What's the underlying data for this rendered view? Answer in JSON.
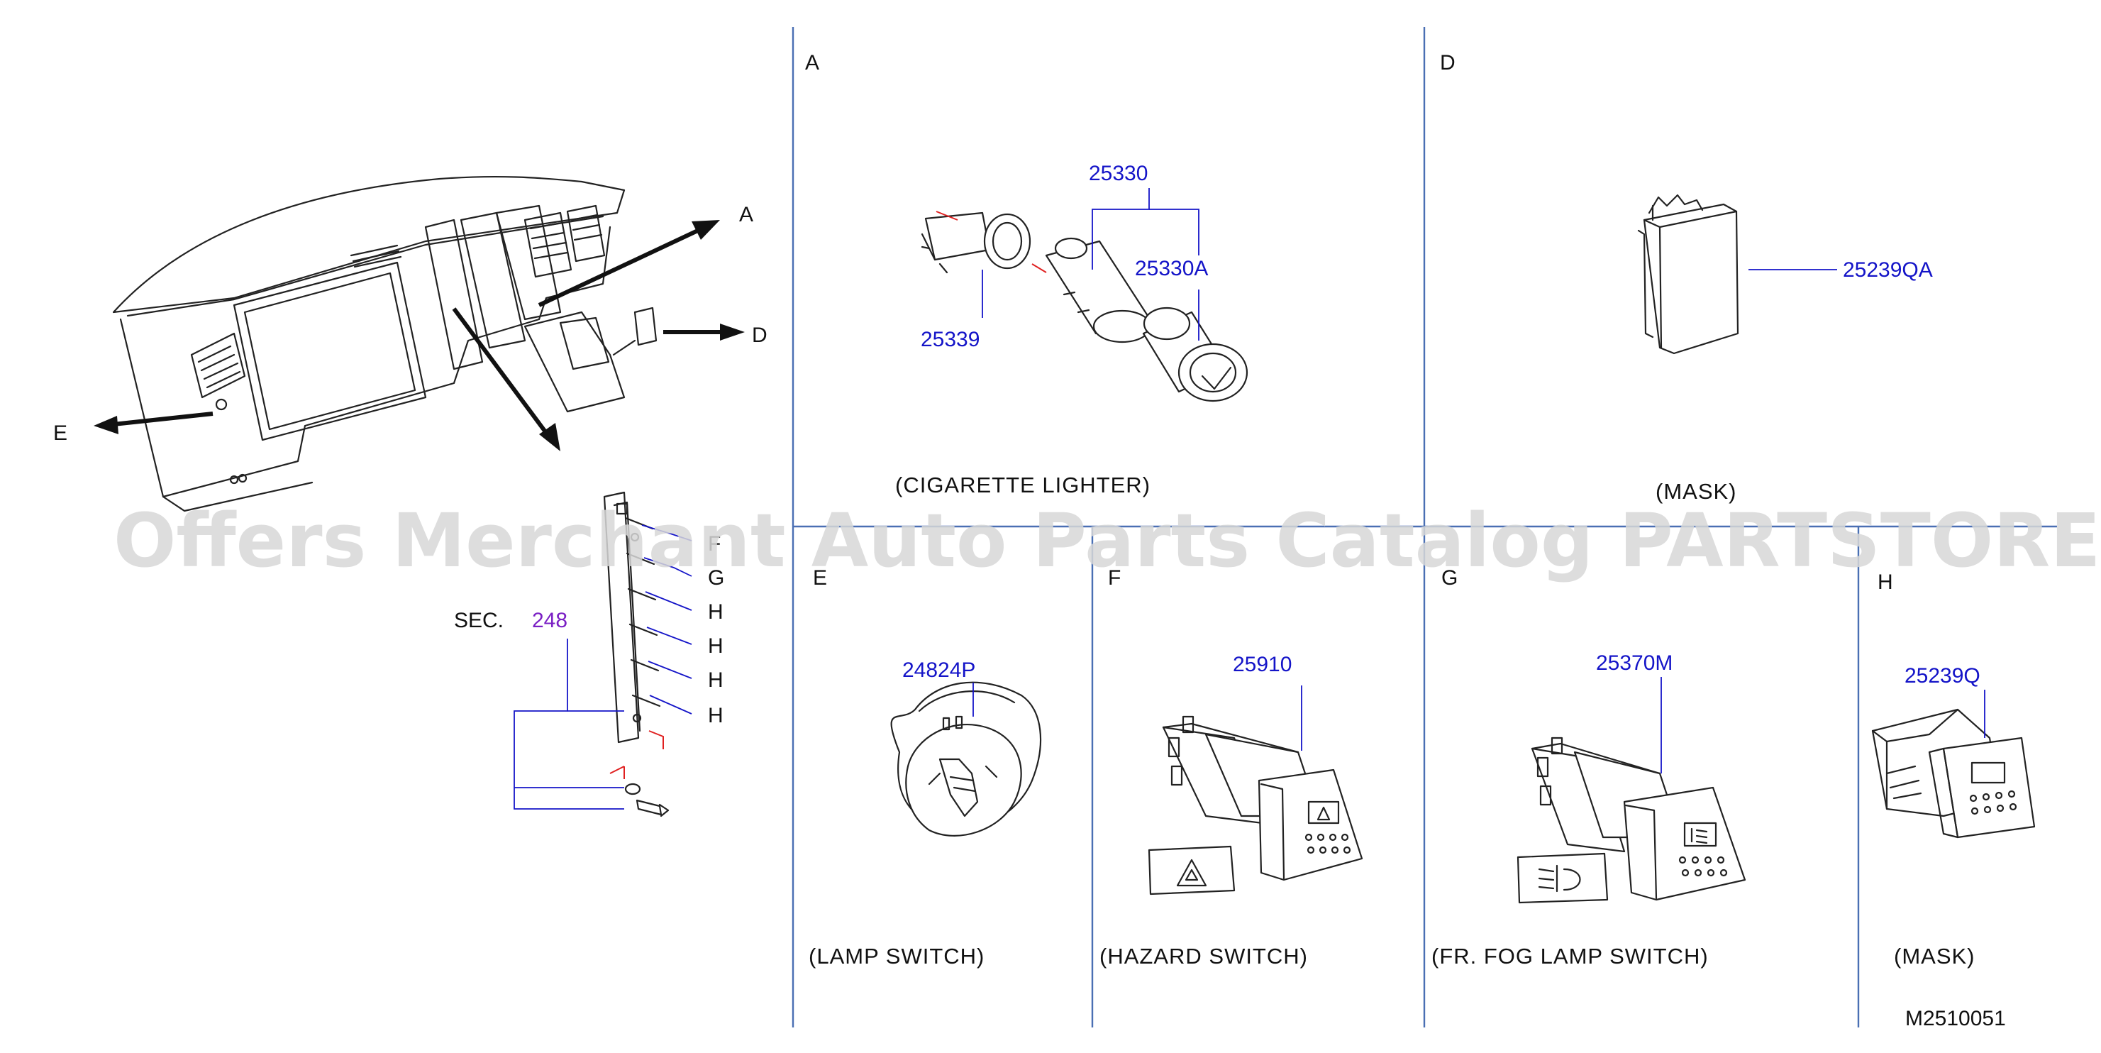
{
  "watermark": "Offers Merchant Auto Parts Catalog PARTSTORE.SA",
  "overview": {
    "callouts": [
      "A",
      "D",
      "E"
    ],
    "bracket_labels": [
      "F",
      "G",
      "H",
      "H",
      "H",
      "H"
    ],
    "sec_prefix": "SEC.",
    "sec_number": "248"
  },
  "panels": {
    "A": {
      "letter": "A",
      "caption": "(CIGARETTE   LIGHTER)",
      "parts": [
        "25330",
        "25330A",
        "25339"
      ]
    },
    "D": {
      "letter": "D",
      "caption": "(MASK)",
      "parts": [
        "25239QA"
      ]
    },
    "E": {
      "letter": "E",
      "caption": "(LAMP   SWITCH)",
      "parts": [
        "24824P"
      ]
    },
    "F": {
      "letter": "F",
      "caption": "(HAZARD   SWITCH)",
      "parts": [
        "25910"
      ]
    },
    "G": {
      "letter": "G",
      "caption": "(FR.   FOG   LAMP   SWITCH)",
      "parts": [
        "25370M"
      ]
    },
    "H": {
      "letter": "H",
      "caption": "(MASK)",
      "parts": [
        "25239Q"
      ]
    }
  },
  "diagram_code": "M2510051",
  "colors": {
    "part_number": "#1414c8",
    "section_ref": "#7a1fc4",
    "divider": "#4a6fb3",
    "leader_red": "#e02020"
  }
}
